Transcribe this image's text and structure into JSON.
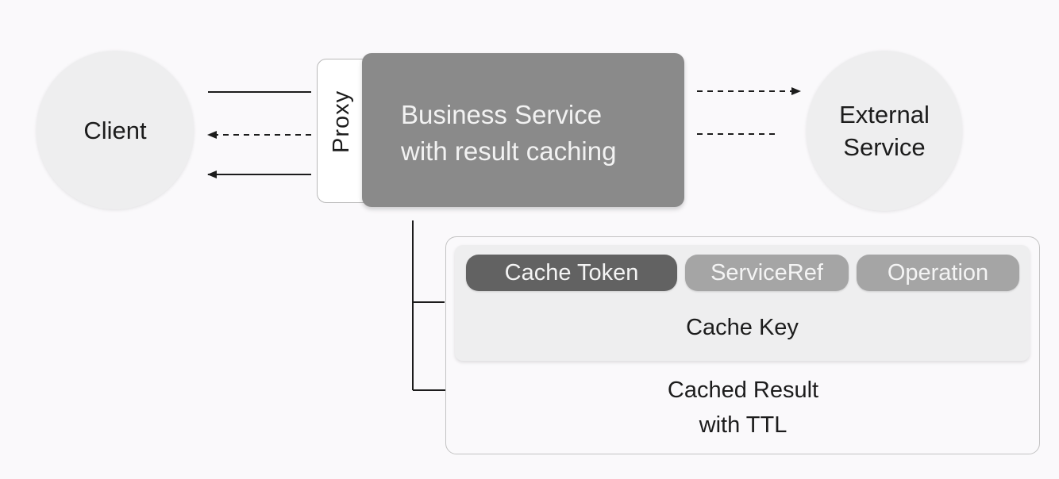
{
  "client": {
    "label": "Client"
  },
  "external_service": {
    "line1": "External",
    "line2": "Service"
  },
  "proxy": {
    "label": "Proxy"
  },
  "business_service": {
    "line1": "Business Service",
    "line2": "with result caching"
  },
  "cache_key": {
    "fields": [
      "Cache Token",
      "ServiceRef",
      "Operation"
    ],
    "label": "Cache Key"
  },
  "cached_result": {
    "line1": "Cached Result",
    "line2": "with TTL"
  },
  "colors": {
    "background": "#faf9fb",
    "circle_fill": "#eeeeef",
    "business_fill": "#8a8a8a",
    "token_pill": "#626262",
    "field_pill": "#a5a5a5",
    "arrow": "#1c1c1c"
  }
}
